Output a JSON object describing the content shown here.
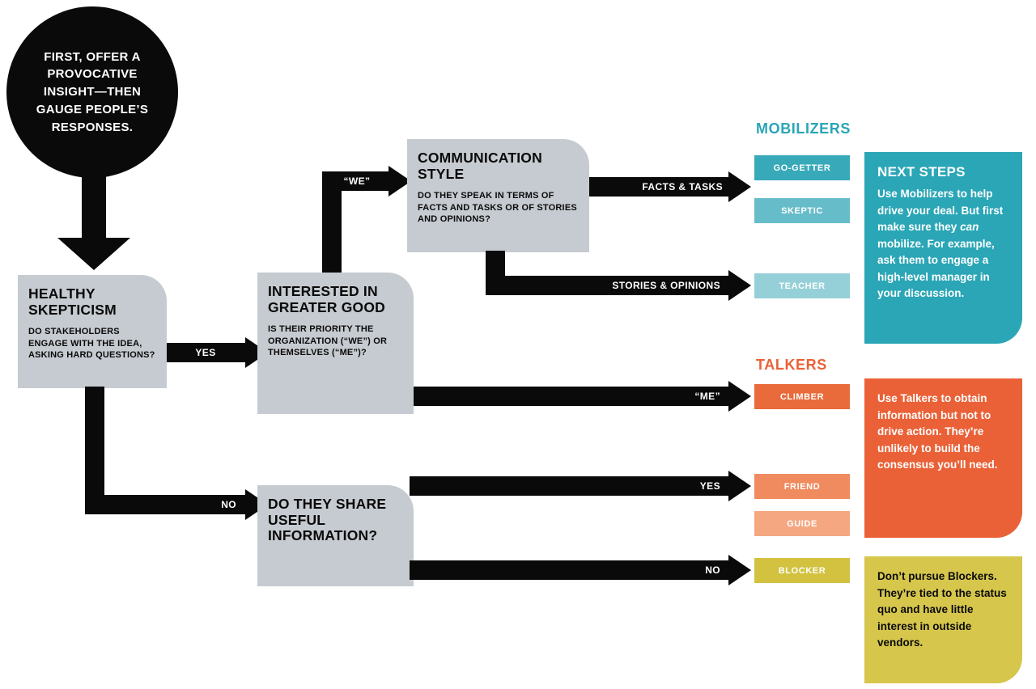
{
  "intro": {
    "text": "FIRST, OFFER A PROVOCATIVE INSIGHT—THEN GAUGE PEOPLE’S RESPONSES."
  },
  "nodes": {
    "healthy_skepticism": {
      "title": "HEALTHY SKEPTICISM",
      "subtitle": "DO STAKEHOLDERS ENGAGE WITH THE IDEA, ASKING HARD QUESTIONS?"
    },
    "greater_good": {
      "title": "INTERESTED IN GREATER GOOD",
      "subtitle": "IS THEIR PRIORITY THE ORGANIZATION (“WE”) OR THEMSELVES (“ME”)?"
    },
    "communication_style": {
      "title": "COMMUNICATION STYLE",
      "subtitle": "DO THEY SPEAK IN TERMS OF FACTS AND TASKS OR OF STORIES AND OPINIONS?"
    },
    "share_information": {
      "title": "DO THEY SHARE USEFUL INFORMATION?"
    }
  },
  "edges": {
    "skepticism_yes": "YES",
    "skepticism_no": "NO",
    "we": "“WE”",
    "me": "“ME”",
    "facts_tasks": "FACTS & TASKS",
    "stories_opinions": "STORIES & OPINIONS",
    "share_yes": "YES",
    "share_no": "NO"
  },
  "groups": {
    "mobilizers": {
      "label": "MOBILIZERS",
      "color": "#2aa6b6",
      "types": [
        {
          "label": "GO-GETTER",
          "color": "#38a9b9"
        },
        {
          "label": "SKEPTIC",
          "color": "#66bdc9"
        },
        {
          "label": "TEACHER",
          "color": "#95d0d8"
        }
      ]
    },
    "talkers": {
      "label": "TALKERS",
      "color": "#ea6137",
      "types": [
        {
          "label": "CLIMBER",
          "color": "#e96a3a"
        },
        {
          "label": "FRIEND",
          "color": "#f08a5f"
        },
        {
          "label": "GUIDE",
          "color": "#f5a781"
        }
      ]
    },
    "blockers": {
      "types": [
        {
          "label": "BLOCKER",
          "color": "#d2c23f"
        }
      ]
    }
  },
  "panels": {
    "next_steps": {
      "title": "NEXT STEPS",
      "body_1": "Use Mobilizers to help drive your deal. But first make sure they ",
      "body_italic": "can",
      "body_2": " mobilize. For example, ask them to engage a high-level manager in your discussion.",
      "color": "#2aa6b6"
    },
    "talkers": {
      "body": "Use Talkers to obtain information but not to drive action. They’re unlikely to build the consensus you’ll need.",
      "color": "#ea6137"
    },
    "blockers": {
      "body": "Don’t pursue Blockers. They’re tied to the status quo and have little interest in outside vendors.",
      "color": "#d6c64c"
    }
  }
}
